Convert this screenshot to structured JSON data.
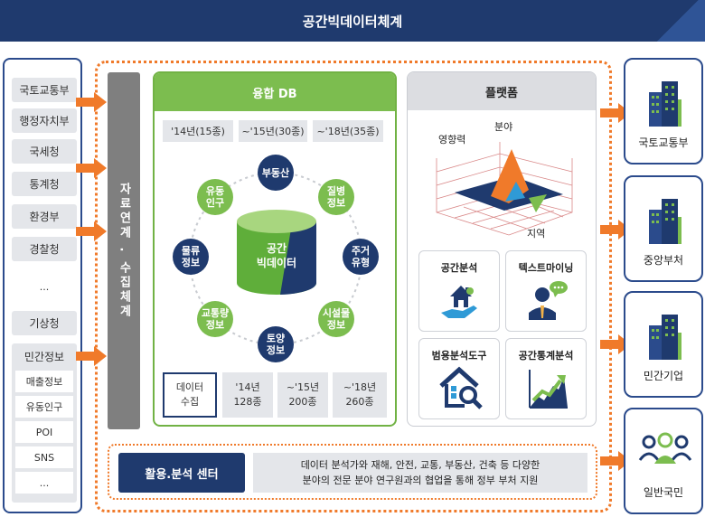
{
  "title": "공간빅데이터체계",
  "sources": [
    "국토교통부",
    "행정자치부",
    "국세청",
    "통계청",
    "환경부",
    "경찰청",
    "...",
    "기상청"
  ],
  "civil": {
    "head": "민간정보",
    "items": [
      "매출정보",
      "유동인구",
      "POI",
      "SNS",
      "..."
    ]
  },
  "system_bar": "자료연계 . 수집체계",
  "fusion": {
    "title": "융합 DB",
    "periods": [
      "'14년(15종)",
      "~'15년(30종)",
      "~'18년(35종)"
    ],
    "center": {
      "line1": "공간",
      "line2": "빅데이터"
    },
    "nodes": [
      {
        "l1": "부동산",
        "l2": ""
      },
      {
        "l1": "질병",
        "l2": "정보"
      },
      {
        "l1": "주거",
        "l2": "유형"
      },
      {
        "l1": "시설물",
        "l2": "정보"
      },
      {
        "l1": "토양",
        "l2": "정보"
      },
      {
        "l1": "교통량",
        "l2": "정보"
      },
      {
        "l1": "물류",
        "l2": "정보"
      },
      {
        "l1": "유동",
        "l2": "인구"
      }
    ],
    "counts_label": {
      "l1": "데이터",
      "l2": "수집"
    },
    "counts": [
      {
        "l1": "'14년",
        "l2": "128종"
      },
      {
        "l1": "~'15년",
        "l2": "200종"
      },
      {
        "l1": "~'18년",
        "l2": "260종"
      }
    ]
  },
  "platform": {
    "title": "플랫폼",
    "axes": {
      "influence": "영향력",
      "field": "분야",
      "region": "지역"
    },
    "tools": [
      "공간분석",
      "텍스트마이닝",
      "범용분석도구",
      "공간통계분석"
    ]
  },
  "center": {
    "button": "활용.분석 센터",
    "desc1": "데이터 분석가와 재해, 안전, 교통, 부동산, 건축 등 다양한",
    "desc2": "분야의 전문 분야 연구원과의 협업을 통해 정부 부처 지원"
  },
  "targets": [
    "국토교통부",
    "중앙부처",
    "민간기업",
    "일반국민"
  ],
  "colors": {
    "navy": "#1f3a6e",
    "green": "#7cbd4f",
    "orange": "#f07a2a",
    "grey": "#7f7f7f"
  }
}
